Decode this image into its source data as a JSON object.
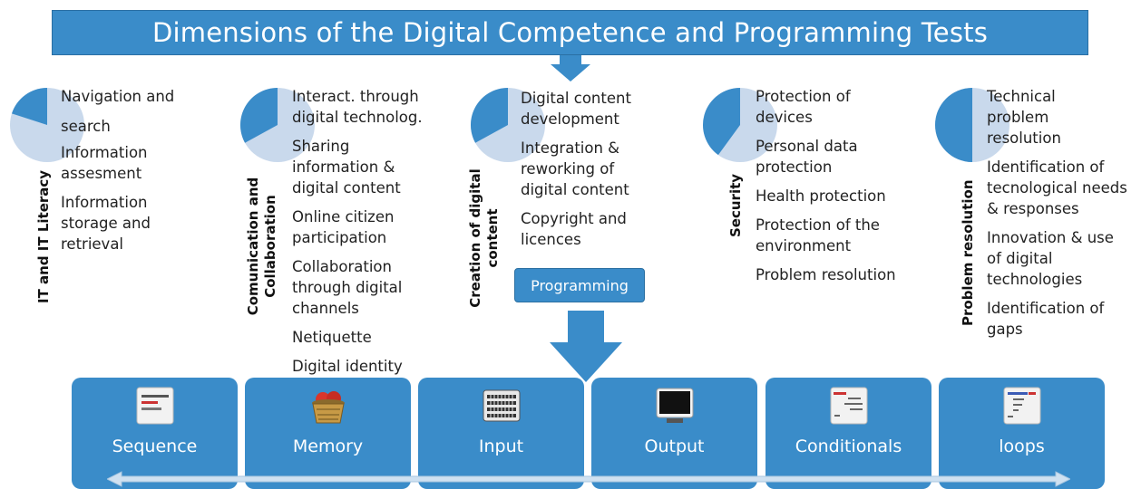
{
  "title": "Dimensions of the Digital Competence and Programming Tests",
  "dimensions": [
    {
      "name": "IT and IT Literacy",
      "fraction": 0.2,
      "items": [
        "Navigation and",
        "search",
        "Information assesment",
        "Information storage and retrieval"
      ]
    },
    {
      "name": "Comunication and Collaboration",
      "fraction": 0.33,
      "items": [
        "Interact. through digital technolog.",
        "Sharing information & digital content",
        "Online citizen participation",
        "Collaboration through digital channels",
        "Netiquette",
        "Digital identity"
      ]
    },
    {
      "name": "Creation of digital content",
      "fraction": 0.33,
      "items": [
        "Digital content development",
        "Integration & reworking of digital content",
        "Copyright  and licences"
      ]
    },
    {
      "name": "Security",
      "fraction": 0.4,
      "items": [
        "Protection of devices",
        "Personal data protection",
        "Health protection",
        "Protection of the environment",
        "Problem resolution"
      ]
    },
    {
      "name": "Problem resolution",
      "fraction": 0.5,
      "items": [
        "Technical problem resolution",
        "Identification of tecnological needs & responses",
        "Innovation & use of digital technologies",
        "Identification of gaps"
      ]
    }
  ],
  "programming_label": "Programming",
  "programming_concepts": [
    {
      "label": "Sequence",
      "icon": "code-sequence-icon"
    },
    {
      "label": "Memory",
      "icon": "basket-icon"
    },
    {
      "label": "Input",
      "icon": "keyboard-icon"
    },
    {
      "label": "Output",
      "icon": "monitor-icon"
    },
    {
      "label": "Conditionals",
      "icon": "conditional-code-icon"
    },
    {
      "label": "loops",
      "icon": "loop-code-icon"
    }
  ],
  "colors": {
    "accent": "#3a8cc9",
    "pie_background": "#c9d9ec",
    "pie_slice": "#3a8cc9",
    "axis": "#c9dff0"
  }
}
